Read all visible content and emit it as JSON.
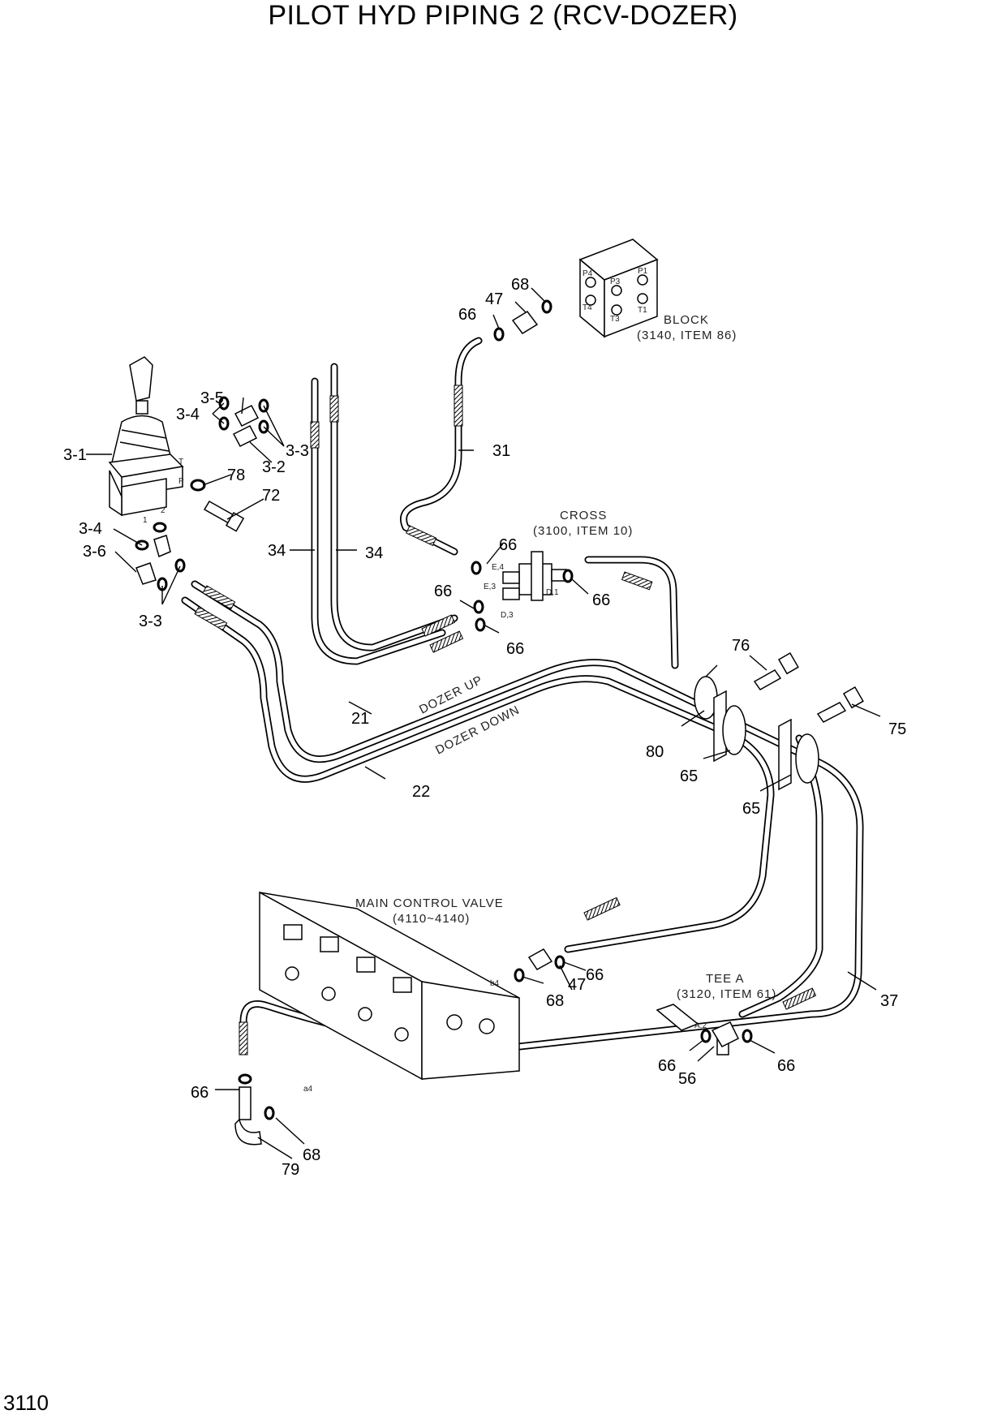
{
  "title": "PILOT HYD PIPING 2 (RCV-DOZER)",
  "page_number": "3110",
  "components": {
    "block": {
      "name": "BLOCK",
      "ref": "(3140, ITEM 86)"
    },
    "cross": {
      "name": "CROSS",
      "ref": "(3100, ITEM 10)"
    },
    "main_control_valve": {
      "name": "MAIN CONTROL VALVE",
      "ref": "(4110~4140)"
    },
    "tee": {
      "name": "TEE A",
      "ref": "(3120, ITEM 61)"
    }
  },
  "line_labels": {
    "dozer_up": "DOZER UP",
    "dozer_down": "DOZER DOWN"
  },
  "port_labels": {
    "rcv_t": "T",
    "rcv_p": "P",
    "rcv_1": "1",
    "rcv_2": "2",
    "cross_e4": "E,4",
    "cross_e3": "E,3",
    "cross_d1": "D,1",
    "cross_d3": "D,3",
    "mcv_b4": "b4",
    "mcv_a4": "a4",
    "tee_a2": "A,2",
    "block_p1": "P4",
    "block_p2": "T4",
    "block_p3": "P3",
    "block_p4": "T3",
    "block_p5": "P1",
    "block_p6": "T1"
  },
  "callouts": {
    "c3_1": "3-1",
    "c3_2": "3-2",
    "c3_3a": "3-3",
    "c3_3b": "3-3",
    "c3_4a": "3-4",
    "c3_4b": "3-4",
    "c3_5": "3-5",
    "c3_6": "3-6",
    "c78": "78",
    "c72": "72",
    "c34a": "34",
    "c34b": "34",
    "c31": "31",
    "c47a": "47",
    "c68a": "68",
    "c66a": "66",
    "c66b": "66",
    "c66c": "66",
    "c66d": "66",
    "c66e": "66",
    "c21": "21",
    "c22": "22",
    "c76": "76",
    "c75": "75",
    "c80": "80",
    "c65a": "65",
    "c65b": "65",
    "c47b": "47",
    "c68b": "68",
    "c66f": "66",
    "c37": "37",
    "c66g": "66",
    "c56": "56",
    "c66h": "66",
    "c66i": "66",
    "c68c": "68",
    "c79": "79"
  }
}
